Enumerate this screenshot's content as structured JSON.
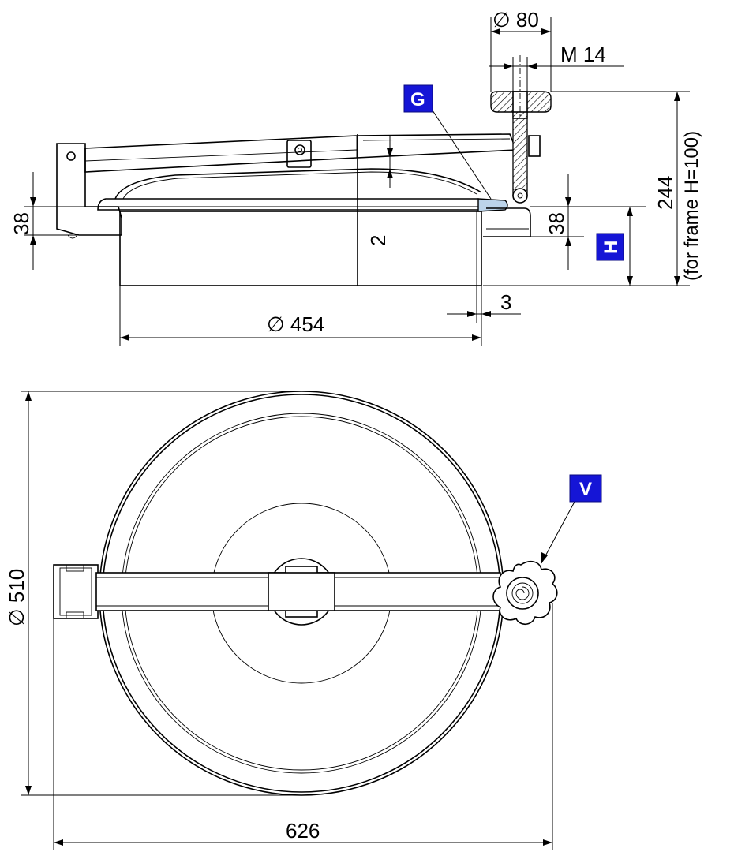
{
  "side_view": {
    "dims": {
      "knob_dia": "∅ 80",
      "thread": "M 14",
      "height_total": "244",
      "height_note": "(for frame H=100)",
      "rim_left": "38",
      "rim_right": "38",
      "gap": "2",
      "wall": "3",
      "inner_dia": "∅ 454"
    },
    "labels": {
      "g": "G",
      "h": "H"
    }
  },
  "top_view": {
    "dims": {
      "outer_dia": "∅ 510",
      "overall_width": "626"
    },
    "labels": {
      "v": "V"
    }
  }
}
